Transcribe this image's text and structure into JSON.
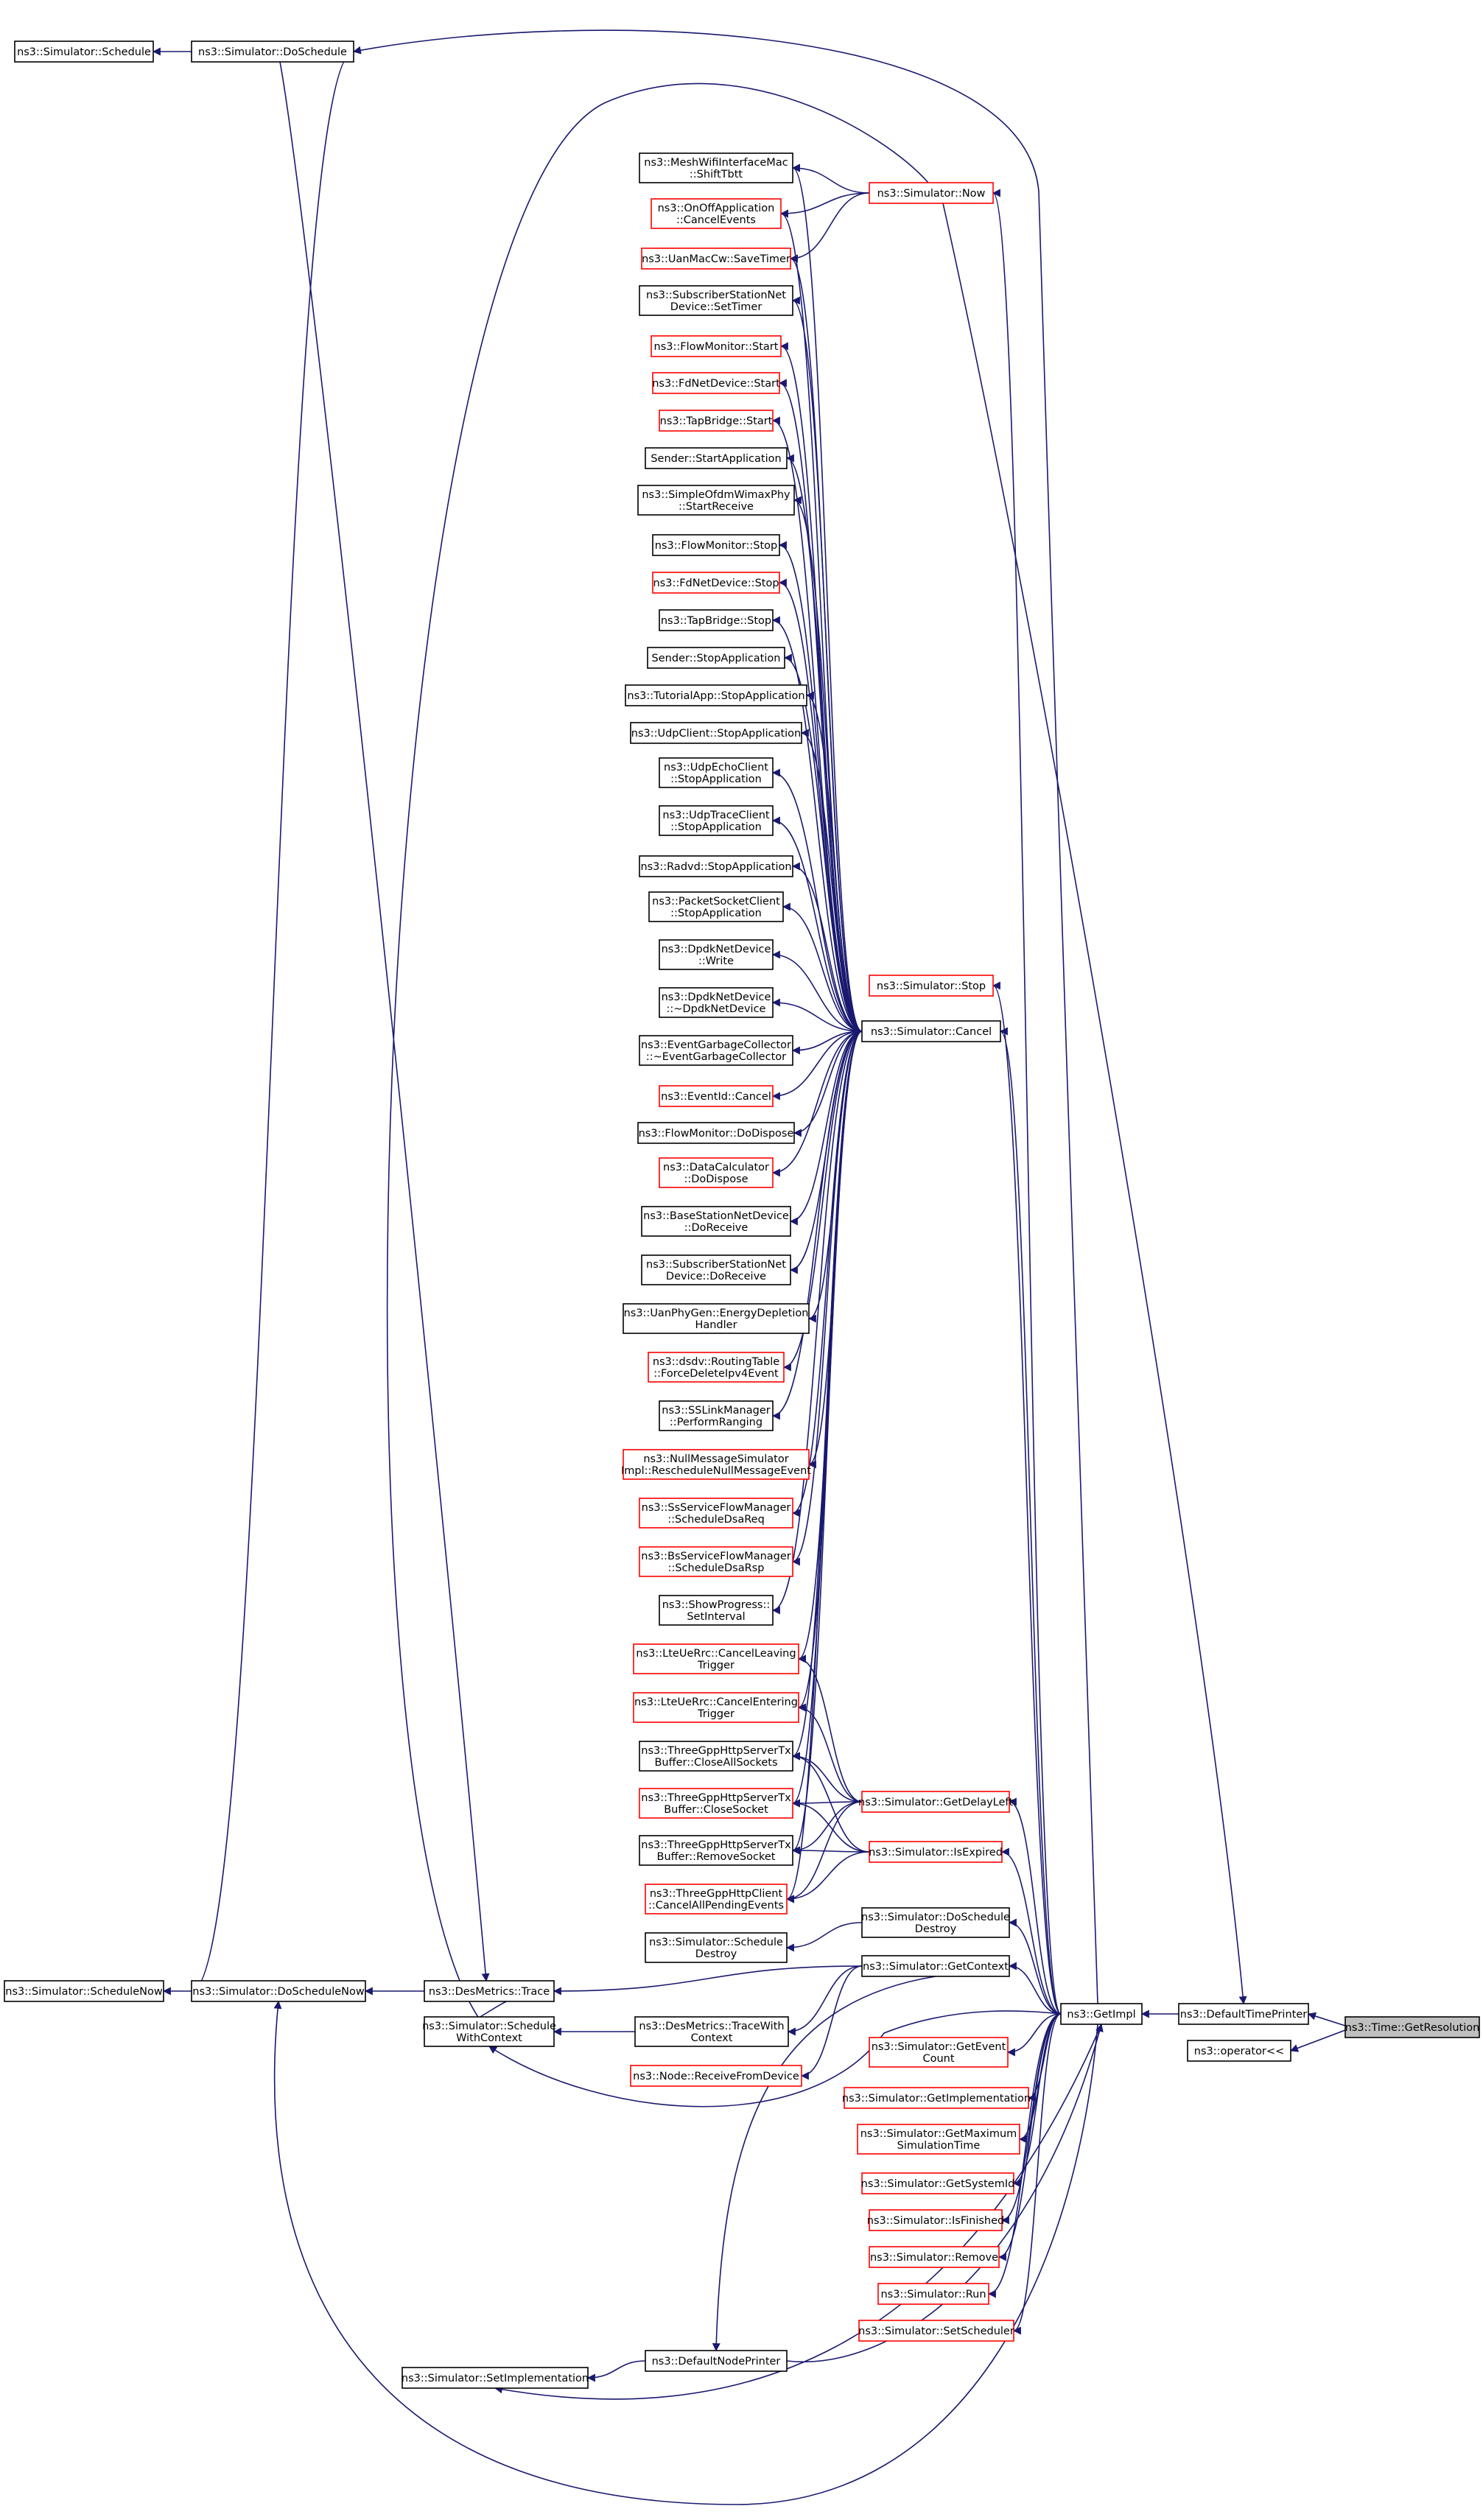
{
  "nodes": [
    {
      "id": "sched",
      "lines": [
        "ns3::Simulator::Schedule"
      ],
      "style": "black"
    },
    {
      "id": "dosched",
      "lines": [
        "ns3::Simulator::DoSchedule"
      ],
      "style": "black"
    },
    {
      "id": "mesh",
      "lines": [
        "ns3::MeshWifiInterfaceMac",
        "::ShiftTbtt"
      ],
      "style": "black"
    },
    {
      "id": "onoff",
      "lines": [
        "ns3::OnOffApplication",
        "::CancelEvents"
      ],
      "style": "red"
    },
    {
      "id": "uanmac",
      "lines": [
        "ns3::UanMacCw::SaveTimer"
      ],
      "style": "red"
    },
    {
      "id": "subtimer",
      "lines": [
        "ns3::SubscriberStationNet",
        "Device::SetTimer"
      ],
      "style": "black"
    },
    {
      "id": "flowstart",
      "lines": [
        "ns3::FlowMonitor::Start"
      ],
      "style": "red"
    },
    {
      "id": "fdstart",
      "lines": [
        "ns3::FdNetDevice::Start"
      ],
      "style": "red"
    },
    {
      "id": "tapstart",
      "lines": [
        "ns3::TapBridge::Start"
      ],
      "style": "red"
    },
    {
      "id": "sendstart",
      "lines": [
        "Sender::StartApplication"
      ],
      "style": "black"
    },
    {
      "id": "simpleofdm",
      "lines": [
        "ns3::SimpleOfdmWimaxPhy",
        "::StartReceive"
      ],
      "style": "black"
    },
    {
      "id": "flowstop",
      "lines": [
        "ns3::FlowMonitor::Stop"
      ],
      "style": "black"
    },
    {
      "id": "fdstop",
      "lines": [
        "ns3::FdNetDevice::Stop"
      ],
      "style": "red"
    },
    {
      "id": "tapstop",
      "lines": [
        "ns3::TapBridge::Stop"
      ],
      "style": "black"
    },
    {
      "id": "sendstop",
      "lines": [
        "Sender::StopApplication"
      ],
      "style": "black"
    },
    {
      "id": "tutstop",
      "lines": [
        "ns3::TutorialApp::StopApplication"
      ],
      "style": "black"
    },
    {
      "id": "udpcstop",
      "lines": [
        "ns3::UdpClient::StopApplication"
      ],
      "style": "black"
    },
    {
      "id": "udpecho",
      "lines": [
        "ns3::UdpEchoClient",
        "::StopApplication"
      ],
      "style": "black"
    },
    {
      "id": "udptrace",
      "lines": [
        "ns3::UdpTraceClient",
        "::StopApplication"
      ],
      "style": "black"
    },
    {
      "id": "radvd",
      "lines": [
        "ns3::Radvd::StopApplication"
      ],
      "style": "black"
    },
    {
      "id": "pktsock",
      "lines": [
        "ns3::PacketSocketClient",
        "::StopApplication"
      ],
      "style": "black"
    },
    {
      "id": "dpdkwrite",
      "lines": [
        "ns3::DpdkNetDevice",
        "::Write"
      ],
      "style": "black"
    },
    {
      "id": "dpdkdtor",
      "lines": [
        "ns3::DpdkNetDevice",
        "::~DpdkNetDevice"
      ],
      "style": "black"
    },
    {
      "id": "evgc",
      "lines": [
        "ns3::EventGarbageCollector",
        "::~EventGarbageCollector"
      ],
      "style": "black"
    },
    {
      "id": "evcancel",
      "lines": [
        "ns3::EventId::Cancel"
      ],
      "style": "red"
    },
    {
      "id": "flowdisp",
      "lines": [
        "ns3::FlowMonitor::DoDispose"
      ],
      "style": "black"
    },
    {
      "id": "datacalc",
      "lines": [
        "ns3::DataCalculator",
        "::DoDispose"
      ],
      "style": "red"
    },
    {
      "id": "bsrecv",
      "lines": [
        "ns3::BaseStationNetDevice",
        "::DoReceive"
      ],
      "style": "black"
    },
    {
      "id": "ssrecv",
      "lines": [
        "ns3::SubscriberStationNet",
        "Device::DoReceive"
      ],
      "style": "black"
    },
    {
      "id": "uanphy",
      "lines": [
        "ns3::UanPhyGen::EnergyDepletion",
        "Handler"
      ],
      "style": "black"
    },
    {
      "id": "dsdv",
      "lines": [
        "ns3::dsdv::RoutingTable",
        "::ForceDeleteIpv4Event"
      ],
      "style": "red"
    },
    {
      "id": "sslink",
      "lines": [
        "ns3::SSLinkManager",
        "::PerformRanging"
      ],
      "style": "black"
    },
    {
      "id": "nullmsg",
      "lines": [
        "ns3::NullMessageSimulator",
        "Impl::RescheduleNullMessageEvent"
      ],
      "style": "red"
    },
    {
      "id": "ssflow",
      "lines": [
        "ns3::SsServiceFlowManager",
        "::ScheduleDsaReq"
      ],
      "style": "red"
    },
    {
      "id": "bsflow",
      "lines": [
        "ns3::BsServiceFlowManager",
        "::ScheduleDsaRsp"
      ],
      "style": "red"
    },
    {
      "id": "showprog",
      "lines": [
        "ns3::ShowProgress::",
        "SetInterval"
      ],
      "style": "black"
    },
    {
      "id": "lteleave",
      "lines": [
        "ns3::LteUeRrc::CancelLeaving",
        "Trigger"
      ],
      "style": "red"
    },
    {
      "id": "lteenter",
      "lines": [
        "ns3::LteUeRrc::CancelEntering",
        "Trigger"
      ],
      "style": "red"
    },
    {
      "id": "http1",
      "lines": [
        "ns3::ThreeGppHttpServerTx",
        "Buffer::CloseAllSockets"
      ],
      "style": "black"
    },
    {
      "id": "http2",
      "lines": [
        "ns3::ThreeGppHttpServerTx",
        "Buffer::CloseSocket"
      ],
      "style": "red"
    },
    {
      "id": "http3",
      "lines": [
        "ns3::ThreeGppHttpServerTx",
        "Buffer::RemoveSocket"
      ],
      "style": "black"
    },
    {
      "id": "http4",
      "lines": [
        "ns3::ThreeGppHttpClient",
        "::CancelAllPendingEvents"
      ],
      "style": "red"
    },
    {
      "id": "schdestroy",
      "lines": [
        "ns3::Simulator::Schedule",
        "Destroy"
      ],
      "style": "black"
    },
    {
      "id": "schnow",
      "lines": [
        "ns3::Simulator::ScheduleNow"
      ],
      "style": "black"
    },
    {
      "id": "doschnow",
      "lines": [
        "ns3::Simulator::DoScheduleNow"
      ],
      "style": "black"
    },
    {
      "id": "destrace",
      "lines": [
        "ns3::DesMetrics::Trace"
      ],
      "style": "black"
    },
    {
      "id": "schctx",
      "lines": [
        "ns3::Simulator::Schedule",
        "WithContext"
      ],
      "style": "black"
    },
    {
      "id": "destracectx",
      "lines": [
        "ns3::DesMetrics::TraceWith",
        "Context"
      ],
      "style": "black"
    },
    {
      "id": "nodercv",
      "lines": [
        "ns3::Node::ReceiveFromDevice"
      ],
      "style": "red"
    },
    {
      "id": "setimpl",
      "lines": [
        "ns3::Simulator::SetImplementation"
      ],
      "style": "black"
    },
    {
      "id": "defnode",
      "lines": [
        "ns3::DefaultNodePrinter"
      ],
      "style": "black"
    },
    {
      "id": "now",
      "lines": [
        "ns3::Simulator::Now"
      ],
      "style": "red"
    },
    {
      "id": "stop",
      "lines": [
        "ns3::Simulator::Stop"
      ],
      "style": "red"
    },
    {
      "id": "cancel",
      "lines": [
        "ns3::Simulator::Cancel"
      ],
      "style": "black"
    },
    {
      "id": "delayleft",
      "lines": [
        "ns3::Simulator::GetDelayLeft"
      ],
      "style": "red"
    },
    {
      "id": "isexp",
      "lines": [
        "ns3::Simulator::IsExpired"
      ],
      "style": "red"
    },
    {
      "id": "dosdestroy",
      "lines": [
        "ns3::Simulator::DoSchedule",
        "Destroy"
      ],
      "style": "black"
    },
    {
      "id": "getctx",
      "lines": [
        "ns3::Simulator::GetContext"
      ],
      "style": "black"
    },
    {
      "id": "getevcount",
      "lines": [
        "ns3::Simulator::GetEvent",
        "Count"
      ],
      "style": "red"
    },
    {
      "id": "getimplm",
      "lines": [
        "ns3::Simulator::GetImplementation"
      ],
      "style": "red"
    },
    {
      "id": "getmax",
      "lines": [
        "ns3::Simulator::GetMaximum",
        "SimulationTime"
      ],
      "style": "red"
    },
    {
      "id": "getsys",
      "lines": [
        "ns3::Simulator::GetSystemId"
      ],
      "style": "red"
    },
    {
      "id": "isfin",
      "lines": [
        "ns3::Simulator::IsFinished"
      ],
      "style": "red"
    },
    {
      "id": "remove",
      "lines": [
        "ns3::Simulator::Remove"
      ],
      "style": "red"
    },
    {
      "id": "run",
      "lines": [
        "ns3::Simulator::Run"
      ],
      "style": "red"
    },
    {
      "id": "setsched",
      "lines": [
        "ns3::Simulator::SetScheduler"
      ],
      "style": "red"
    },
    {
      "id": "getimpl",
      "lines": [
        "ns3::GetImpl"
      ],
      "style": "black"
    },
    {
      "id": "deftime",
      "lines": [
        "ns3::DefaultTimePrinter"
      ],
      "style": "black"
    },
    {
      "id": "oplt",
      "lines": [
        "ns3::operator<<"
      ],
      "style": "black"
    },
    {
      "id": "getres",
      "lines": [
        "ns3::Time::GetResolution"
      ],
      "style": "grey"
    }
  ],
  "edges": [
    [
      "sched",
      "dosched"
    ],
    [
      "doschnow",
      "dosched"
    ],
    [
      "schnow",
      "doschnow"
    ],
    [
      "mesh",
      "now"
    ],
    [
      "onoff",
      "now"
    ],
    [
      "uanmac",
      "now"
    ],
    [
      "schctx",
      "now"
    ],
    [
      "deftime",
      "now"
    ],
    [
      "mesh",
      "cancel"
    ],
    [
      "onoff",
      "cancel"
    ],
    [
      "uanmac",
      "cancel"
    ],
    [
      "subtimer",
      "cancel"
    ],
    [
      "flowstart",
      "cancel"
    ],
    [
      "fdstart",
      "cancel"
    ],
    [
      "tapstart",
      "cancel"
    ],
    [
      "sendstart",
      "cancel"
    ],
    [
      "simpleofdm",
      "cancel"
    ],
    [
      "flowstop",
      "cancel"
    ],
    [
      "fdstop",
      "cancel"
    ],
    [
      "tapstop",
      "cancel"
    ],
    [
      "sendstop",
      "cancel"
    ],
    [
      "tutstop",
      "cancel"
    ],
    [
      "udpcstop",
      "cancel"
    ],
    [
      "udpecho",
      "cancel"
    ],
    [
      "udptrace",
      "cancel"
    ],
    [
      "radvd",
      "cancel"
    ],
    [
      "pktsock",
      "cancel"
    ],
    [
      "dpdkwrite",
      "cancel"
    ],
    [
      "dpdkdtor",
      "cancel"
    ],
    [
      "evgc",
      "cancel"
    ],
    [
      "evcancel",
      "cancel"
    ],
    [
      "flowdisp",
      "cancel"
    ],
    [
      "datacalc",
      "cancel"
    ],
    [
      "bsrecv",
      "cancel"
    ],
    [
      "ssrecv",
      "cancel"
    ],
    [
      "uanphy",
      "cancel"
    ],
    [
      "dsdv",
      "cancel"
    ],
    [
      "sslink",
      "cancel"
    ],
    [
      "nullmsg",
      "cancel"
    ],
    [
      "ssflow",
      "cancel"
    ],
    [
      "bsflow",
      "cancel"
    ],
    [
      "showprog",
      "cancel"
    ],
    [
      "lteleave",
      "cancel"
    ],
    [
      "lteenter",
      "cancel"
    ],
    [
      "http1",
      "cancel"
    ],
    [
      "http2",
      "cancel"
    ],
    [
      "http3",
      "cancel"
    ],
    [
      "http4",
      "cancel"
    ],
    [
      "lteleave",
      "delayleft"
    ],
    [
      "lteenter",
      "delayleft"
    ],
    [
      "http1",
      "delayleft"
    ],
    [
      "http2",
      "delayleft"
    ],
    [
      "http3",
      "delayleft"
    ],
    [
      "http4",
      "delayleft"
    ],
    [
      "http1",
      "isexp"
    ],
    [
      "http2",
      "isexp"
    ],
    [
      "http3",
      "isexp"
    ],
    [
      "http4",
      "isexp"
    ],
    [
      "schdestroy",
      "dosdestroy"
    ],
    [
      "destrace",
      "dosched"
    ],
    [
      "doschnow",
      "destrace"
    ],
    [
      "schctx",
      "destrace"
    ],
    [
      "destrace",
      "getctx"
    ],
    [
      "destracectx",
      "getctx"
    ],
    [
      "schctx",
      "destracectx"
    ],
    [
      "nodercv",
      "getctx"
    ],
    [
      "schctx",
      "getimpl"
    ],
    [
      "setimpl",
      "defnode"
    ],
    [
      "setimpl",
      "getimpl"
    ],
    [
      "doschnow",
      "getimpl"
    ],
    [
      "defnode",
      "getctx"
    ],
    [
      "now",
      "getimpl"
    ],
    [
      "stop",
      "getimpl"
    ],
    [
      "cancel",
      "getimpl"
    ],
    [
      "delayleft",
      "getimpl"
    ],
    [
      "isexp",
      "getimpl"
    ],
    [
      "dosdestroy",
      "getimpl"
    ],
    [
      "getctx",
      "getimpl"
    ],
    [
      "getevcount",
      "getimpl"
    ],
    [
      "getimplm",
      "getimpl"
    ],
    [
      "getmax",
      "getimpl"
    ],
    [
      "getsys",
      "getimpl"
    ],
    [
      "isfin",
      "getimpl"
    ],
    [
      "remove",
      "getimpl"
    ],
    [
      "run",
      "getimpl"
    ],
    [
      "setsched",
      "getimpl"
    ],
    [
      "getimpl",
      "defnode"
    ],
    [
      "dosched",
      "getimpl"
    ],
    [
      "getimpl",
      "deftime"
    ],
    [
      "deftime",
      "getres"
    ],
    [
      "oplt",
      "getres"
    ]
  ]
}
